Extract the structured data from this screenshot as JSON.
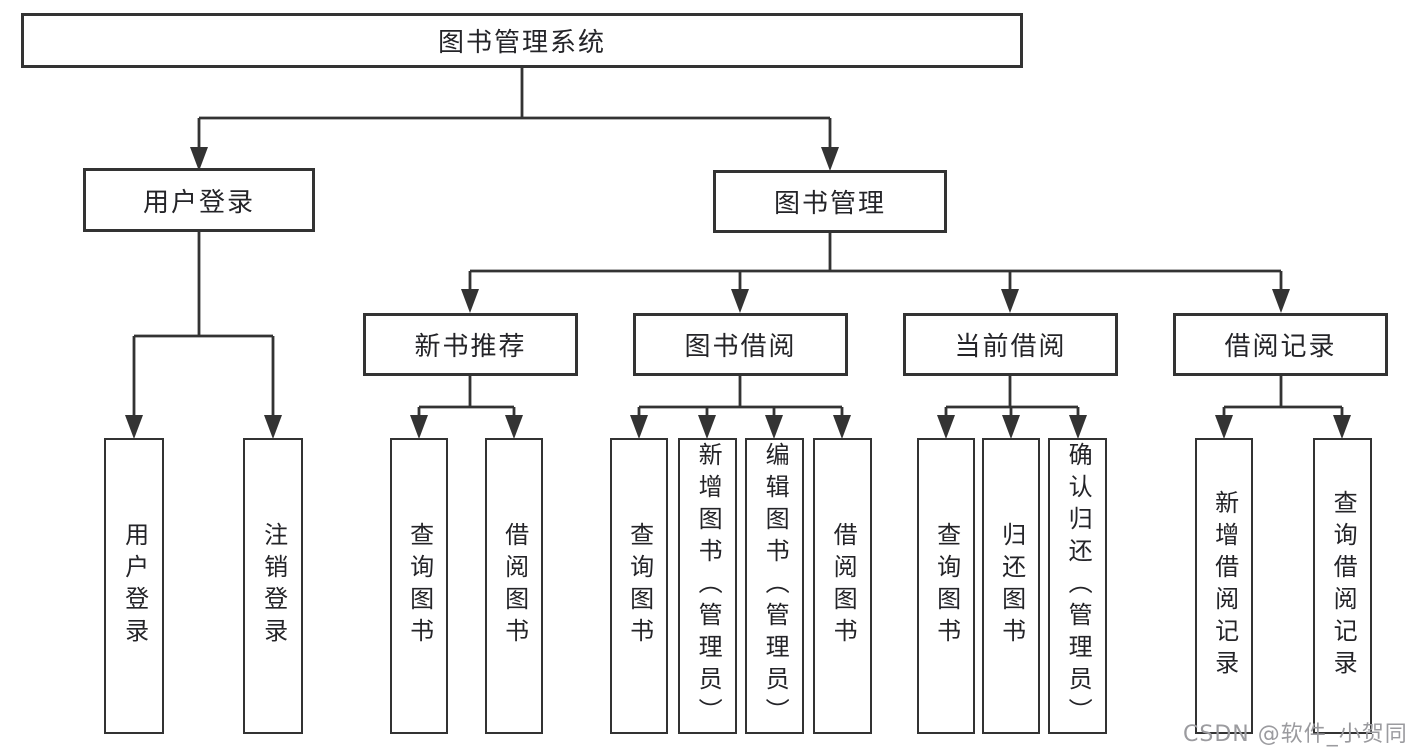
{
  "diagram_title": "图书管理系统",
  "tree": {
    "root": {
      "label": "图书管理系统"
    },
    "branches": [
      {
        "label": "用户登录",
        "children": [
          {
            "label": "用户登录"
          },
          {
            "label": "注销登录"
          }
        ]
      },
      {
        "label": "图书管理",
        "children": [
          {
            "label": "新书推荐",
            "children": [
              {
                "label": "查询图书"
              },
              {
                "label": "借阅图书"
              }
            ]
          },
          {
            "label": "图书借阅",
            "children": [
              {
                "label": "查询图书"
              },
              {
                "label": "新增图书（管理员）"
              },
              {
                "label": "编辑图书（管理员）"
              },
              {
                "label": "借阅图书"
              }
            ]
          },
          {
            "label": "当前借阅",
            "children": [
              {
                "label": "查询图书"
              },
              {
                "label": "归还图书"
              },
              {
                "label": "确认归还（管理员）"
              }
            ]
          },
          {
            "label": "借阅记录",
            "children": [
              {
                "label": "新增借阅记录"
              },
              {
                "label": "查询借阅记录"
              }
            ]
          }
        ]
      }
    ]
  },
  "watermark": {
    "text": "CSDN @软件_小贺同学",
    "color": "#9b9b9f"
  },
  "colors": {
    "background": "#ffffff",
    "line": "#333333",
    "box_border": "#333333",
    "box_fill": "#ffffff",
    "text": "#242428",
    "watermark": "#9b9b9f"
  }
}
